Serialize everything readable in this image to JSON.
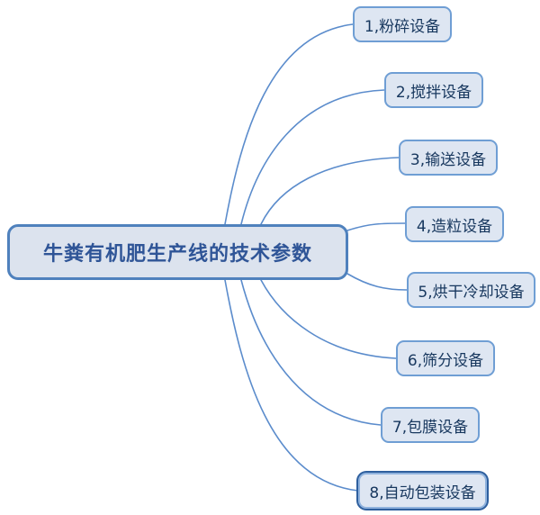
{
  "diagram": {
    "type": "mind-map",
    "background_color": "#ffffff",
    "accent_color": "#4f81bd",
    "text_color": "#17375e",
    "central": {
      "label": "牛粪有机肥生产线的技术参数",
      "fill_color": "#dce3ee",
      "border_color": "#4f81bd",
      "text_color": "#2f5597"
    },
    "branches": [
      {
        "id": "n1",
        "label": "1,粉碎设备",
        "selected": false
      },
      {
        "id": "n2",
        "label": "2,搅拌设备",
        "selected": false
      },
      {
        "id": "n3",
        "label": "3,输送设备",
        "selected": false
      },
      {
        "id": "n4",
        "label": "4,造粒设备",
        "selected": false
      },
      {
        "id": "n5",
        "label": "5,烘干冷却设备",
        "selected": false
      },
      {
        "id": "n6",
        "label": "6,筛分设备",
        "selected": false
      },
      {
        "id": "n7",
        "label": "7,包膜设备",
        "selected": false
      },
      {
        "id": "n8",
        "label": "8,自动包装设备",
        "selected": true
      }
    ]
  }
}
